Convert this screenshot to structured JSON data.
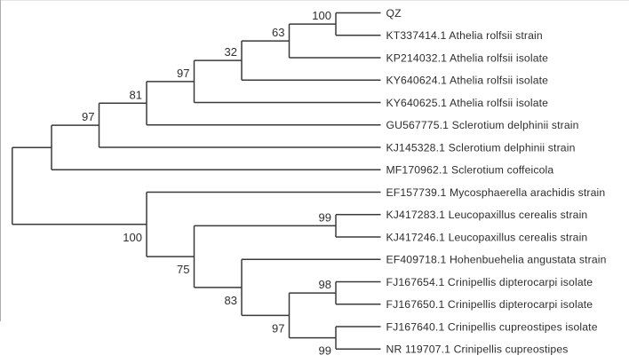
{
  "figure": {
    "type": "phylogenetic-tree",
    "colors": {
      "branch": "#3a3a3a",
      "label_text": "#2e2e2e",
      "support_text": "#2e2e2e",
      "background": "#ffffff"
    }
  },
  "tree": {
    "support": null,
    "children": [
      {
        "support": null,
        "children": [
          {
            "support": "97",
            "children": [
              {
                "support": "81",
                "children": [
                  {
                    "support": "97",
                    "children": [
                      {
                        "support": "32",
                        "children": [
                          {
                            "support": "63",
                            "children": [
                              {
                                "support": "100",
                                "children": [
                                  {
                                    "label": "QZ"
                                  },
                                  {
                                    "label": "KT337414.1 Athelia rolfsii strain"
                                  }
                                ]
                              },
                              {
                                "label": "KP214032.1 Athelia rolfsii isolate"
                              }
                            ]
                          },
                          {
                            "label": "KY640624.1 Athelia rolfsii isolate"
                          }
                        ]
                      },
                      {
                        "label": "KY640625.1 Athelia rolfsii isolate"
                      }
                    ]
                  },
                  {
                    "label": "GU567775.1 Sclerotium delphinii strain"
                  }
                ]
              },
              {
                "label": "KJ145328.1 Sclerotium delphinii strain"
              }
            ]
          },
          {
            "label": "MF170962.1 Sclerotium coffeicola"
          }
        ]
      },
      {
        "support": "100",
        "children": [
          {
            "label": "EF157739.1 Mycosphaerella arachidis strain"
          },
          {
            "support": "75",
            "children": [
              {
                "support": "99",
                "children": [
                  {
                    "label": "KJ417283.1 Leucopaxillus cerealis strain"
                  },
                  {
                    "label": "KJ417246.1 Leucopaxillus cerealis strain"
                  }
                ]
              },
              {
                "support": "83",
                "children": [
                  {
                    "label": "EF409718.1 Hohenbuehelia angustata strain"
                  },
                  {
                    "support": "97",
                    "children": [
                      {
                        "support": "98",
                        "children": [
                          {
                            "label": "FJ167654.1 Crinipellis dipterocarpi isolate"
                          },
                          {
                            "label": "FJ167650.1 Crinipellis dipterocarpi isolate"
                          }
                        ]
                      },
                      {
                        "support": "99",
                        "children": [
                          {
                            "label": "FJ167640.1 Crinipellis cupreostipes isolate"
                          },
                          {
                            "label": "NR 119707.1 Crinipellis cupreostipes"
                          }
                        ]
                      }
                    ]
                  }
                ]
              }
            ]
          }
        ]
      }
    ]
  }
}
